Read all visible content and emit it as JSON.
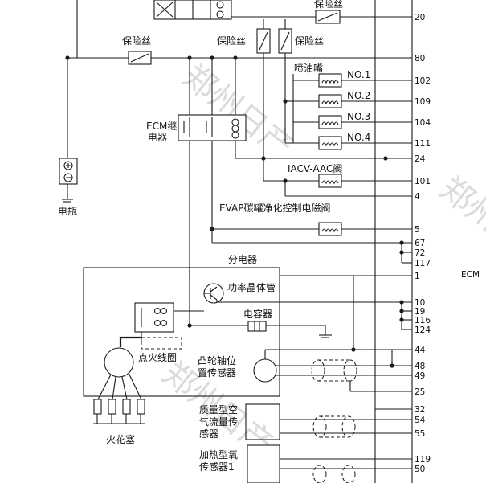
{
  "labels": {
    "fuse_top": "保险丝",
    "fuse_left": "保险丝",
    "fuse_mid": "保险丝",
    "fuse_right": "保险丝",
    "injector": "喷油嘴",
    "no1": "NO.1",
    "no2": "NO.2",
    "no3": "NO.3",
    "no4": "NO.4",
    "ecm_relay_1": "ECM继",
    "ecm_relay_2": "电器",
    "battery": "电瓶",
    "iacv": "IACV-AAC阀",
    "evap": "EVAP碳罐净化控制电磁阀",
    "distributor": "分电器",
    "power_transistor": "功率晶体管",
    "capacitor": "电容器",
    "ignition_coil": "点火线圈",
    "camshaft_1": "凸轮轴位",
    "camshaft_2": "置传感器",
    "spark_plug": "火花塞",
    "maf_1": "质量型空",
    "maf_2": "气流量传",
    "maf_3": "感器",
    "o2_1": "加热型氧",
    "o2_2": "传感器1",
    "ecm": "ECM",
    "watermark": "郑州日产"
  },
  "pins": [
    "20",
    "80",
    "102",
    "109",
    "104",
    "111",
    "24",
    "101",
    "4",
    "5",
    "67",
    "72",
    "117",
    "1",
    "10",
    "19",
    "116",
    "124",
    "44",
    "48",
    "49",
    "25",
    "32",
    "54",
    "55",
    "119",
    "50"
  ]
}
